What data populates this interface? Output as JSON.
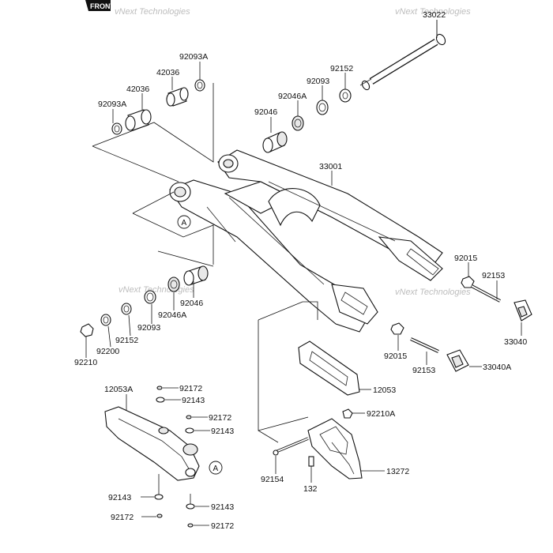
{
  "watermarks": [
    "vNext Technologies",
    "vNext Technologies",
    "vNext Technologies",
    "vNext Technologies"
  ],
  "front_badge": "FRONT",
  "ref_marker": "A",
  "labels": {
    "p33022": "33022",
    "p92093A_top": "92093A",
    "p42036_a": "42036",
    "p42036_b": "42036",
    "p92093A_left": "92093A",
    "p92152_top": "92152",
    "p92093_top": "92093",
    "p92046A_top": "92046A",
    "p92046_top": "92046",
    "p33001": "33001",
    "p92015_right": "92015",
    "p92153_right": "92153",
    "p33040": "33040",
    "p92046_bot": "92046",
    "p92046A_bot": "92046A",
    "p92093_bot": "92093",
    "p92152_bot": "92152",
    "p92200": "92200",
    "p92210": "92210",
    "p92015_bot": "92015",
    "p92153_bot": "92153",
    "p33040A": "33040A",
    "p12053A": "12053A",
    "p92172_a": "92172",
    "p92143_a": "92143",
    "p92172_b": "92172",
    "p92143_b": "92143",
    "p12053": "12053",
    "p92210A": "92210A",
    "p13272": "13272",
    "p92154": "92154",
    "p132": "132",
    "p92143_c": "92143",
    "p92143_d": "92143",
    "p92172_c": "92172",
    "p92172_d": "92172"
  }
}
